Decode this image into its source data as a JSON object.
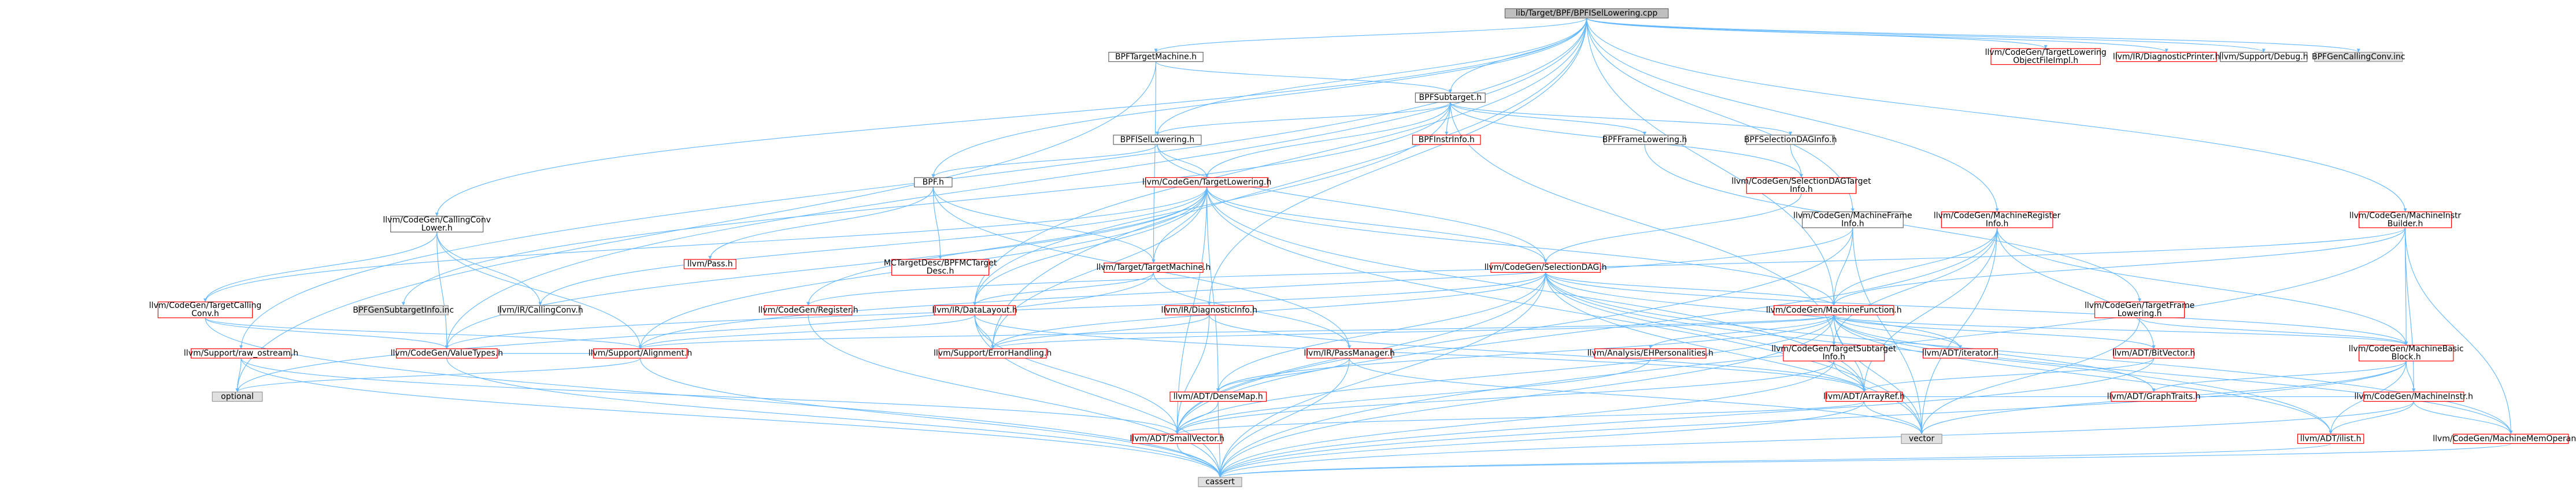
{
  "colors": {
    "root_fill": "#bfbfbf",
    "root_stroke": "#666666",
    "link_fill": "#ffffff",
    "link_stroke": "#666666",
    "red_stroke": "#ff0000",
    "gray_fill": "#e0e0e0",
    "gray_stroke": "#999999",
    "edge": "#63b8ff"
  },
  "nodes": [
    {
      "id": "root",
      "lines": [
        "lib/Target/BPF/BPFISelLowering.cpp"
      ],
      "style": "root"
    },
    {
      "id": "tm",
      "lines": [
        "BPFTargetMachine.h"
      ],
      "style": "plain"
    },
    {
      "id": "tlof",
      "lines": [
        "llvm/CodeGen/TargetLowering",
        "ObjectFileImpl.h"
      ],
      "style": "red"
    },
    {
      "id": "diagp",
      "lines": [
        "llvm/IR/DiagnosticPrinter.h"
      ],
      "style": "red"
    },
    {
      "id": "debug",
      "lines": [
        "llvm/Support/Debug.h"
      ],
      "style": "plain"
    },
    {
      "id": "bpfcc",
      "lines": [
        "BPFGenCallingConv.inc"
      ],
      "style": "gray"
    },
    {
      "id": "subtarget",
      "lines": [
        "BPFSubtarget.h"
      ],
      "style": "plain"
    },
    {
      "id": "isel",
      "lines": [
        "BPFISelLowering.h"
      ],
      "style": "plain"
    },
    {
      "id": "instrinfo",
      "lines": [
        "BPFInstrInfo.h"
      ],
      "style": "red"
    },
    {
      "id": "framelow",
      "lines": [
        "BPFFrameLowering.h"
      ],
      "style": "plain"
    },
    {
      "id": "sdinfo",
      "lines": [
        "BPFSelectionDAGInfo.h"
      ],
      "style": "plain"
    },
    {
      "id": "bpfh",
      "lines": [
        "BPF.h"
      ],
      "style": "plain"
    },
    {
      "id": "tli",
      "lines": [
        "llvm/CodeGen/TargetLowering.h"
      ],
      "style": "red"
    },
    {
      "id": "sdtinfo",
      "lines": [
        "llvm/CodeGen/SelectionDAGTarget",
        "Info.h"
      ],
      "style": "red"
    },
    {
      "id": "ccl",
      "lines": [
        "llvm/CodeGen/CallingConv",
        "Lower.h"
      ],
      "style": "plain"
    },
    {
      "id": "mfi",
      "lines": [
        "llvm/CodeGen/MachineFrame",
        "Info.h"
      ],
      "style": "plain"
    },
    {
      "id": "mri",
      "lines": [
        "llvm/CodeGen/MachineRegister",
        "Info.h"
      ],
      "style": "red"
    },
    {
      "id": "mib",
      "lines": [
        "llvm/CodeGen/MachineInstr",
        "Builder.h"
      ],
      "style": "red"
    },
    {
      "id": "pass",
      "lines": [
        "llvm/Pass.h"
      ],
      "style": "red"
    },
    {
      "id": "mctd",
      "lines": [
        "MCTargetDesc/BPFMCTarget",
        "Desc.h"
      ],
      "style": "red"
    },
    {
      "id": "ttm",
      "lines": [
        "llvm/Target/TargetMachine.h"
      ],
      "style": "red"
    },
    {
      "id": "sdag",
      "lines": [
        "llvm/CodeGen/SelectionDAG.h"
      ],
      "style": "red"
    },
    {
      "id": "tcc",
      "lines": [
        "llvm/CodeGen/TargetCalling",
        "Conv.h"
      ],
      "style": "red"
    },
    {
      "id": "sinfo",
      "lines": [
        "BPFGenSubtargetInfo.inc"
      ],
      "style": "gray"
    },
    {
      "id": "irccl",
      "lines": [
        "llvm/IR/CallingConv.h"
      ],
      "style": "plain"
    },
    {
      "id": "creg",
      "lines": [
        "llvm/CodeGen/Register.h"
      ],
      "style": "red"
    },
    {
      "id": "dl",
      "lines": [
        "llvm/IR/DataLayout.h"
      ],
      "style": "red"
    },
    {
      "id": "diaginfo",
      "lines": [
        "llvm/IR/DiagnosticInfo.h"
      ],
      "style": "red"
    },
    {
      "id": "mf",
      "lines": [
        "llvm/CodeGen/MachineFunction.h"
      ],
      "style": "red"
    },
    {
      "id": "tfl",
      "lines": [
        "llvm/CodeGen/TargetFrame",
        "Lowering.h"
      ],
      "style": "red"
    },
    {
      "id": "raw",
      "lines": [
        "llvm/Support/raw_ostream.h"
      ],
      "style": "red"
    },
    {
      "id": "vt",
      "lines": [
        "llvm/CodeGen/ValueTypes.h"
      ],
      "style": "red"
    },
    {
      "id": "align",
      "lines": [
        "llvm/Support/Alignment.h"
      ],
      "style": "red"
    },
    {
      "id": "err",
      "lines": [
        "llvm/Support/ErrorHandling.h"
      ],
      "style": "red"
    },
    {
      "id": "pm",
      "lines": [
        "llvm/IR/PassManager.h"
      ],
      "style": "red"
    },
    {
      "id": "eh",
      "lines": [
        "llvm/Analysis/EHPersonalities.h"
      ],
      "style": "red"
    },
    {
      "id": "tsi",
      "lines": [
        "llvm/CodeGen/TargetSubtarget",
        "Info.h"
      ],
      "style": "red"
    },
    {
      "id": "iter",
      "lines": [
        "llvm/ADT/iterator.h"
      ],
      "style": "red"
    },
    {
      "id": "bitv",
      "lines": [
        "llvm/ADT/BitVector.h"
      ],
      "style": "red"
    },
    {
      "id": "mbb",
      "lines": [
        "llvm/CodeGen/MachineBasic",
        "Block.h"
      ],
      "style": "red"
    },
    {
      "id": "optional",
      "lines": [
        "optional"
      ],
      "style": "gray"
    },
    {
      "id": "dmap",
      "lines": [
        "llvm/ADT/DenseMap.h"
      ],
      "style": "red"
    },
    {
      "id": "aref",
      "lines": [
        "llvm/ADT/ArrayRef.h"
      ],
      "style": "red"
    },
    {
      "id": "gtraits",
      "lines": [
        "llvm/ADT/GraphTraits.h"
      ],
      "style": "red"
    },
    {
      "id": "mi",
      "lines": [
        "llvm/CodeGen/MachineInstr.h"
      ],
      "style": "red"
    },
    {
      "id": "svec",
      "lines": [
        "llvm/ADT/SmallVector.h"
      ],
      "style": "red"
    },
    {
      "id": "vector",
      "lines": [
        "vector"
      ],
      "style": "gray"
    },
    {
      "id": "ilist",
      "lines": [
        "llvm/ADT/ilist.h"
      ],
      "style": "red"
    },
    {
      "id": "mmo",
      "lines": [
        "llvm/CodeGen/MachineMemOperand.h"
      ],
      "style": "red"
    },
    {
      "id": "cassert",
      "lines": [
        "cassert"
      ],
      "style": "gray"
    }
  ],
  "edges": [
    [
      "root",
      "tm"
    ],
    [
      "root",
      "tlof"
    ],
    [
      "root",
      "diagp"
    ],
    [
      "root",
      "debug"
    ],
    [
      "root",
      "bpfcc"
    ],
    [
      "root",
      "subtarget"
    ],
    [
      "root",
      "isel"
    ],
    [
      "root",
      "bpfh"
    ],
    [
      "root",
      "ccl"
    ],
    [
      "root",
      "mfi"
    ],
    [
      "root",
      "mri"
    ],
    [
      "root",
      "mib"
    ],
    [
      "root",
      "dl"
    ],
    [
      "root",
      "diaginfo"
    ],
    [
      "root",
      "mf"
    ],
    [
      "root",
      "raw"
    ],
    [
      "root",
      "err"
    ],
    [
      "root",
      "vt"
    ],
    [
      "tm",
      "subtarget"
    ],
    [
      "tm",
      "ttm"
    ],
    [
      "tm",
      "optional"
    ],
    [
      "subtarget",
      "isel"
    ],
    [
      "subtarget",
      "instrinfo"
    ],
    [
      "subtarget",
      "framelow"
    ],
    [
      "subtarget",
      "sdinfo"
    ],
    [
      "subtarget",
      "sinfo"
    ],
    [
      "subtarget",
      "tsi"
    ],
    [
      "subtarget",
      "dl"
    ],
    [
      "subtarget",
      "sdtinfo"
    ],
    [
      "subtarget",
      "tli"
    ],
    [
      "isel",
      "bpfh"
    ],
    [
      "isel",
      "tli"
    ],
    [
      "isel",
      "sdag"
    ],
    [
      "bpfh",
      "pass"
    ],
    [
      "bpfh",
      "mctd"
    ],
    [
      "bpfh",
      "ttm"
    ],
    [
      "bpfh",
      "pm"
    ],
    [
      "framelow",
      "tfl"
    ],
    [
      "sdinfo",
      "sdtinfo"
    ],
    [
      "sdtinfo",
      "sdag"
    ],
    [
      "tli",
      "sdag"
    ],
    [
      "tli",
      "tcc"
    ],
    [
      "tli",
      "ttm"
    ],
    [
      "tli",
      "irccl"
    ],
    [
      "tli",
      "creg"
    ],
    [
      "tli",
      "dl"
    ],
    [
      "tli",
      "vt"
    ],
    [
      "tli",
      "align"
    ],
    [
      "tli",
      "err"
    ],
    [
      "tli",
      "dmap"
    ],
    [
      "tli",
      "aref"
    ],
    [
      "tli",
      "svec"
    ],
    [
      "tli",
      "vector"
    ],
    [
      "tli",
      "mf"
    ],
    [
      "ccl",
      "tcc"
    ],
    [
      "ccl",
      "irccl"
    ],
    [
      "ccl",
      "vt"
    ],
    [
      "ccl",
      "align"
    ],
    [
      "mfi",
      "mf"
    ],
    [
      "mfi",
      "align"
    ],
    [
      "mfi",
      "svec"
    ],
    [
      "mfi",
      "vector"
    ],
    [
      "mri",
      "mf"
    ],
    [
      "mri",
      "mbb"
    ],
    [
      "mri",
      "tsi"
    ],
    [
      "mri",
      "bitv"
    ],
    [
      "mri",
      "aref"
    ],
    [
      "mri",
      "svec"
    ],
    [
      "mri",
      "vector"
    ],
    [
      "mib",
      "mf"
    ],
    [
      "mib",
      "mbb"
    ],
    [
      "mib",
      "mi"
    ],
    [
      "mib",
      "mmo"
    ],
    [
      "mib",
      "creg"
    ],
    [
      "mib",
      "cassert"
    ],
    [
      "ttm",
      "dl"
    ],
    [
      "ttm",
      "pm"
    ],
    [
      "ttm",
      "optional"
    ],
    [
      "sdag",
      "mf"
    ],
    [
      "sdag",
      "mbb"
    ],
    [
      "sdag",
      "mmo"
    ],
    [
      "sdag",
      "vt"
    ],
    [
      "sdag",
      "dmap"
    ],
    [
      "sdag",
      "aref"
    ],
    [
      "sdag",
      "svec"
    ],
    [
      "sdag",
      "vector"
    ],
    [
      "sdag",
      "ilist"
    ],
    [
      "sdag",
      "iter"
    ],
    [
      "sdag",
      "cassert"
    ],
    [
      "sdag",
      "err"
    ],
    [
      "tcc",
      "vt"
    ],
    [
      "tcc",
      "align"
    ],
    [
      "tcc",
      "cassert"
    ],
    [
      "creg",
      "cassert"
    ],
    [
      "dl",
      "err"
    ],
    [
      "dl",
      "align"
    ],
    [
      "dl",
      "svec"
    ],
    [
      "dl",
      "aref"
    ],
    [
      "dl",
      "cassert"
    ],
    [
      "diaginfo",
      "err"
    ],
    [
      "diaginfo",
      "svec"
    ],
    [
      "diaginfo",
      "aref"
    ],
    [
      "mf",
      "mbb"
    ],
    [
      "mf",
      "mmo"
    ],
    [
      "mf",
      "eh"
    ],
    [
      "mf",
      "iter"
    ],
    [
      "mf",
      "bitv"
    ],
    [
      "mf",
      "dmap"
    ],
    [
      "mf",
      "gtraits"
    ],
    [
      "mf",
      "ilist"
    ],
    [
      "mf",
      "svec"
    ],
    [
      "mf",
      "vector"
    ],
    [
      "mf",
      "aref"
    ],
    [
      "mf",
      "cassert"
    ],
    [
      "mf",
      "align"
    ],
    [
      "mf",
      "err"
    ],
    [
      "tfl",
      "mbb"
    ],
    [
      "tfl",
      "vector"
    ],
    [
      "raw",
      "optional"
    ],
    [
      "raw",
      "cassert"
    ],
    [
      "raw",
      "svec"
    ],
    [
      "vt",
      "align"
    ],
    [
      "vt",
      "cassert"
    ],
    [
      "align",
      "optional"
    ],
    [
      "align",
      "cassert"
    ],
    [
      "pm",
      "dmap"
    ],
    [
      "pm",
      "cassert"
    ],
    [
      "pm",
      "vector"
    ],
    [
      "eh",
      "svec"
    ],
    [
      "tsi",
      "aref"
    ],
    [
      "tsi",
      "svec"
    ],
    [
      "tsi",
      "cassert"
    ],
    [
      "bitv",
      "aref"
    ],
    [
      "bitv",
      "cassert"
    ],
    [
      "mbb",
      "gtraits"
    ],
    [
      "mbb",
      "mi"
    ],
    [
      "mbb",
      "ilist"
    ],
    [
      "mbb",
      "vector"
    ],
    [
      "mbb",
      "cassert"
    ],
    [
      "dmap",
      "cassert"
    ],
    [
      "dmap",
      "svec"
    ],
    [
      "aref",
      "svec"
    ],
    [
      "aref",
      "vector"
    ],
    [
      "aref",
      "cassert"
    ],
    [
      "mi",
      "mmo"
    ],
    [
      "mi",
      "ilist"
    ],
    [
      "mi",
      "aref"
    ],
    [
      "mi",
      "cassert"
    ],
    [
      "svec",
      "cassert"
    ],
    [
      "ilist",
      "cassert"
    ],
    [
      "mmo",
      "cassert"
    ]
  ]
}
